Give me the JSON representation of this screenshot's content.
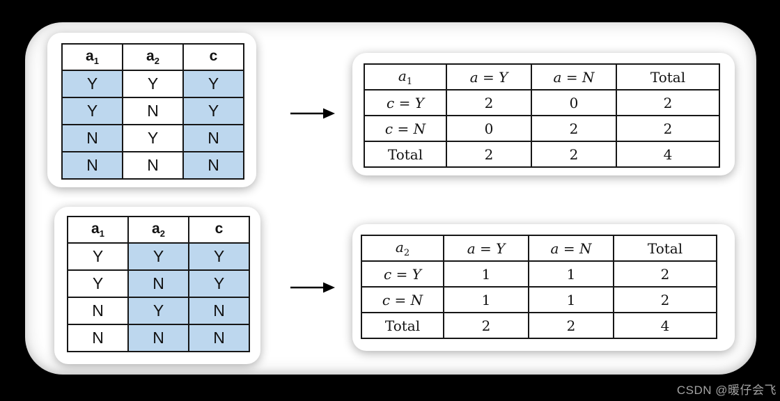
{
  "colors": {
    "background": "#000000",
    "panel": "#ffffff",
    "highlight_blue": "#bdd7ee",
    "table_border": "#161616",
    "watermark_gray": "#a3a3a3"
  },
  "arrow": {
    "direction": "right",
    "color": "#000000"
  },
  "top": {
    "data_table": {
      "headers": [
        {
          "base": "a",
          "sub": "1"
        },
        {
          "base": "a",
          "sub": "2"
        },
        {
          "base": "c",
          "sub": ""
        }
      ],
      "highlighted_columns": [
        0,
        2
      ],
      "rows": [
        [
          "Y",
          "Y",
          "Y"
        ],
        [
          "Y",
          "N",
          "Y"
        ],
        [
          "N",
          "Y",
          "N"
        ],
        [
          "N",
          "N",
          "N"
        ]
      ]
    },
    "contingency": {
      "corner": {
        "base": "a",
        "sub": "1"
      },
      "columns": [
        "a = Y",
        "a = N",
        "Total"
      ],
      "rows": [
        {
          "label": "c = Y",
          "values": [
            "2",
            "0",
            "2"
          ]
        },
        {
          "label": "c = N",
          "values": [
            "0",
            "2",
            "2"
          ]
        },
        {
          "label": "Total",
          "values": [
            "2",
            "2",
            "4"
          ]
        }
      ]
    }
  },
  "bottom": {
    "data_table": {
      "headers": [
        {
          "base": "a",
          "sub": "1"
        },
        {
          "base": "a",
          "sub": "2"
        },
        {
          "base": "c",
          "sub": ""
        }
      ],
      "highlighted_columns": [
        1,
        2
      ],
      "rows": [
        [
          "Y",
          "Y",
          "Y"
        ],
        [
          "Y",
          "N",
          "Y"
        ],
        [
          "N",
          "Y",
          "N"
        ],
        [
          "N",
          "N",
          "N"
        ]
      ]
    },
    "contingency": {
      "corner": {
        "base": "a",
        "sub": "2"
      },
      "columns": [
        "a = Y",
        "a = N",
        "Total"
      ],
      "rows": [
        {
          "label": "c = Y",
          "values": [
            "1",
            "1",
            "2"
          ]
        },
        {
          "label": "c = N",
          "values": [
            "1",
            "1",
            "2"
          ]
        },
        {
          "label": "Total",
          "values": [
            "2",
            "2",
            "4"
          ]
        }
      ]
    }
  },
  "watermark": {
    "text": "CSDN @暖仔会飞"
  }
}
